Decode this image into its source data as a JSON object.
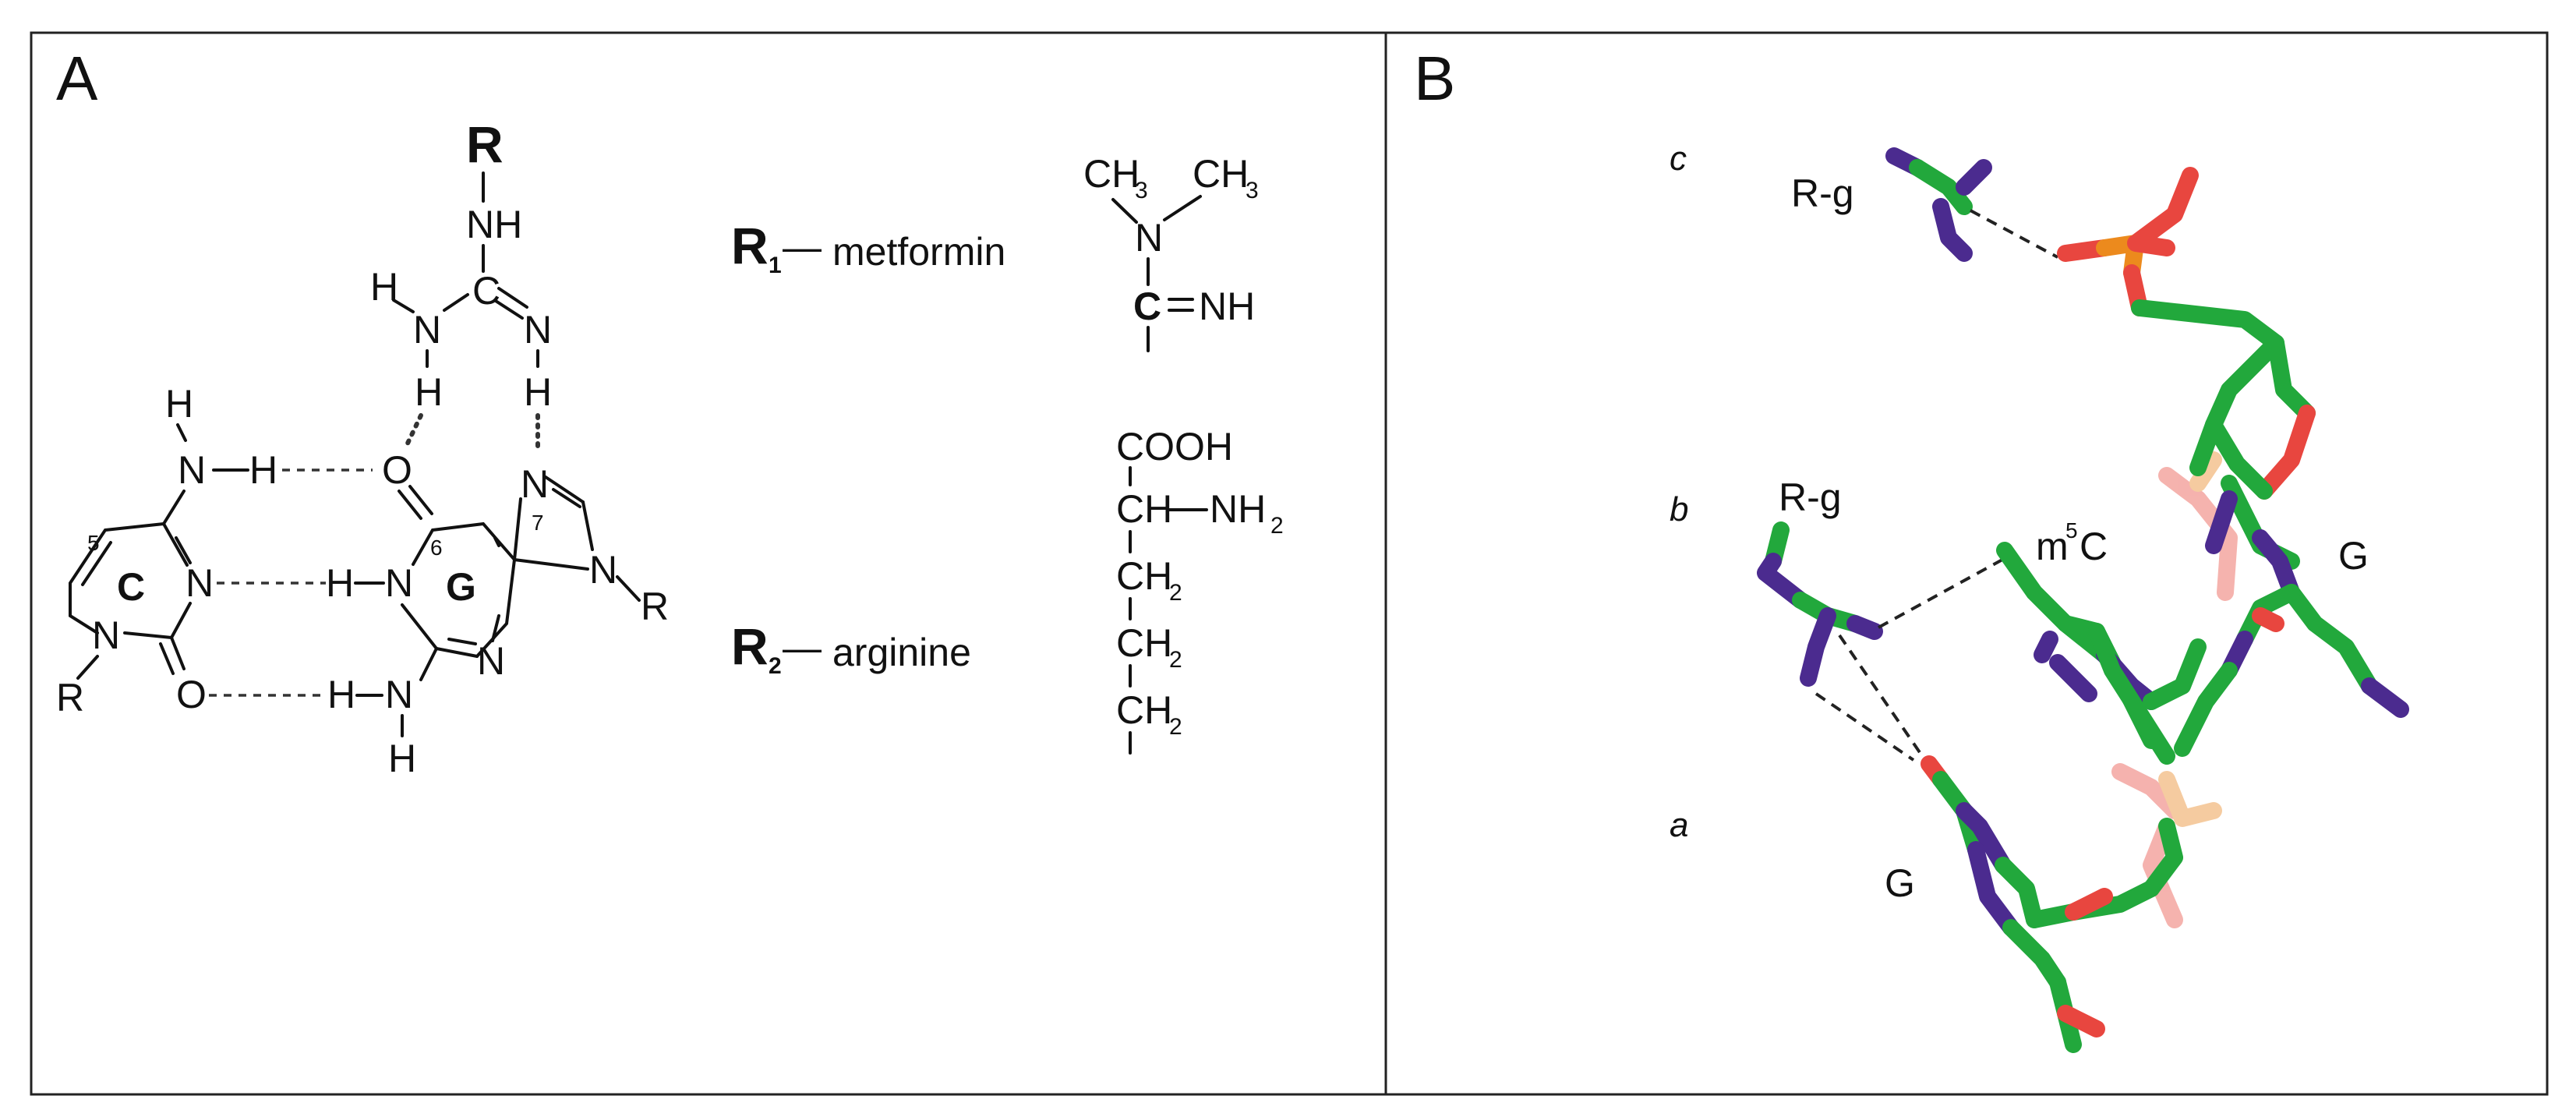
{
  "panel_a": {
    "label": "A",
    "r_top": "R",
    "guanidine": {
      "nh": "NH",
      "c": "C",
      "h_left": "H",
      "n_left": "N",
      "n_right": "N",
      "h_n_left": "H",
      "h_n_right": "H"
    },
    "cytosine": {
      "ring_label": "C",
      "pos5": "5",
      "n_top": "N",
      "h_top": "H",
      "h_mid": "H",
      "n3": "N",
      "n1": "N",
      "o2": "O",
      "r": "R"
    },
    "guanine": {
      "ring_label": "G",
      "pos6": "6",
      "pos7": "7",
      "o6": "O",
      "n1": "N",
      "h1": "H",
      "n3": "N",
      "n7": "N",
      "n9": "N",
      "n2": "N",
      "h2a": "H",
      "h2b": "H",
      "r": "R"
    },
    "r1": {
      "symbol": "R",
      "subscript": "1",
      "dash": "—",
      "name": "metformin",
      "ch3_left": "CH",
      "ch3_right": "CH",
      "sub3": "3",
      "n": "N",
      "c": "C",
      "nh": "NH"
    },
    "r2": {
      "symbol": "R",
      "subscript": "2",
      "dash": "—",
      "name": "arginine",
      "cooh": "COOH",
      "ch": "CH",
      "nh2": "NH",
      "sub2": "2",
      "ch2": "CH"
    }
  },
  "panel_b": {
    "label": "B",
    "levels": [
      "c",
      "b",
      "a"
    ],
    "rg_top": "R-g",
    "rg_mid": "R-g",
    "m5c": "m",
    "m5c_sup": "5",
    "m5c_tail": "C",
    "g_right": "G",
    "g_bottom": "G"
  },
  "colors": {
    "carbon": "#22a83c",
    "nitrogen": "#4b2b8f",
    "oxygen": "#e8463f",
    "phosphorus": "#ec8a1d"
  }
}
